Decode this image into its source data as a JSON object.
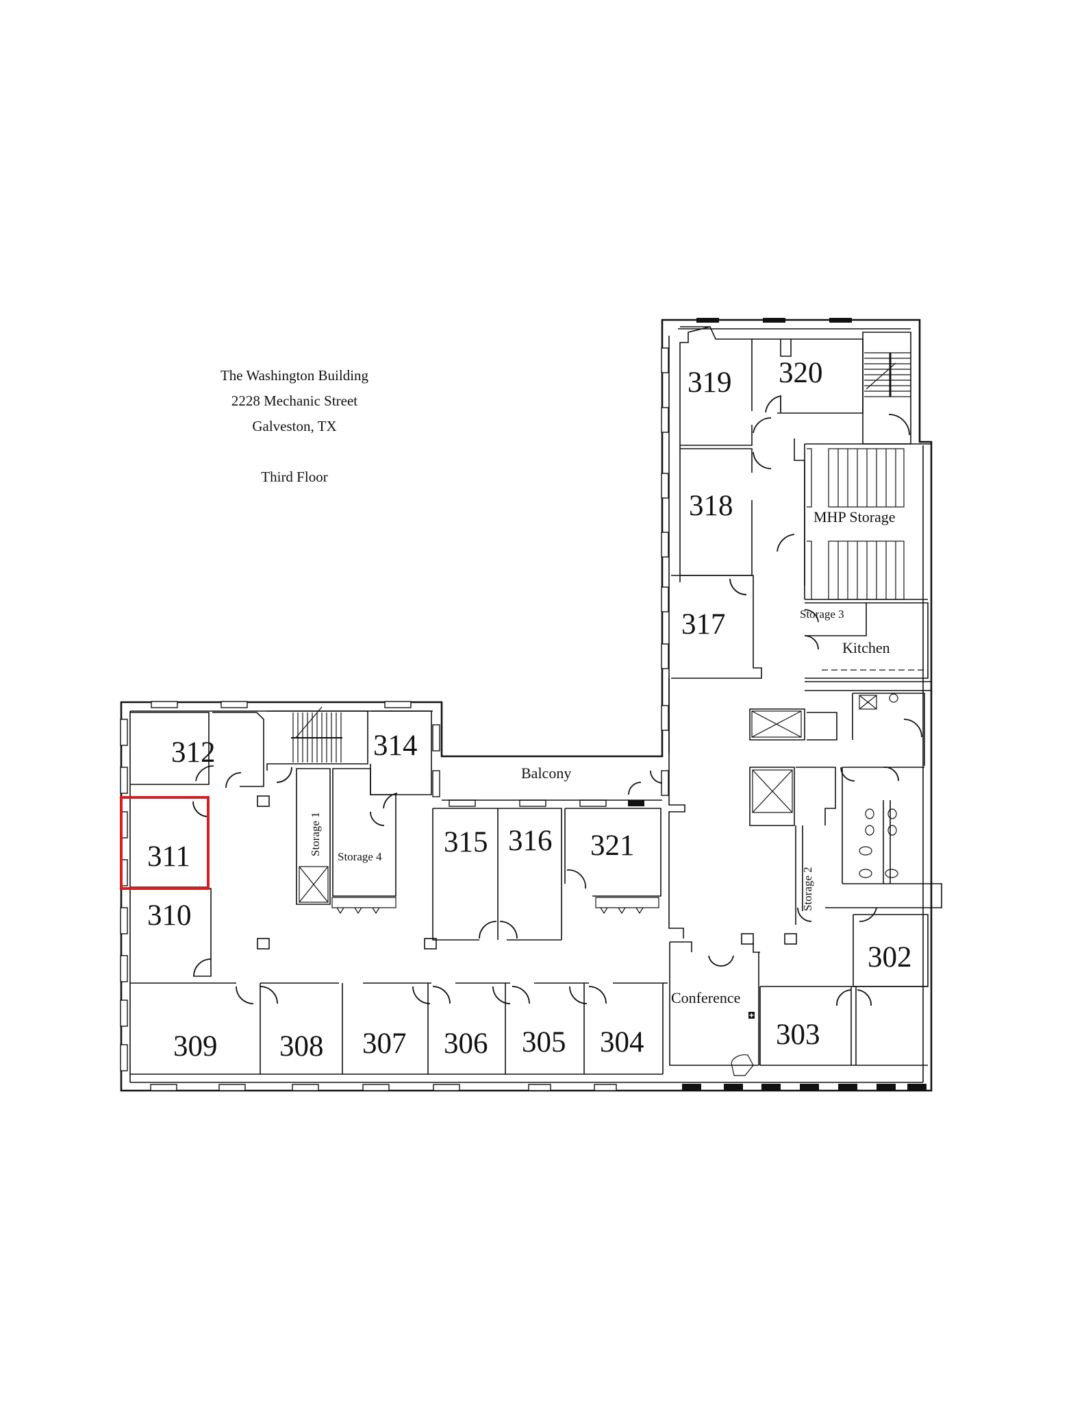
{
  "header": {
    "building_name": "The Washington Building",
    "address": "2228 Mechanic Street",
    "city": "Galveston, TX",
    "floor": "Third Floor"
  },
  "highlight": {
    "room": "311",
    "color": "#d81e1e"
  },
  "rooms": {
    "r302": "302",
    "r303": "303",
    "r304": "304",
    "r305": "305",
    "r306": "306",
    "r307": "307",
    "r308": "308",
    "r309": "309",
    "r310": "310",
    "r311": "311",
    "r312": "312",
    "r314": "314",
    "r315": "315",
    "r316": "316",
    "r317": "317",
    "r318": "318",
    "r319": "319",
    "r320": "320",
    "r321": "321"
  },
  "spaces": {
    "balcony": "Balcony",
    "conference": "Conference",
    "mhp_storage": "MHP Storage",
    "kitchen": "Kitchen",
    "storage1": "Storage 1",
    "storage2": "Storage 2",
    "storage3": "Storage 3",
    "storage4": "Storage 4"
  },
  "icons": {
    "stairs": "stairs-icon",
    "elevator": "elevator-icon",
    "restroom_fixtures": "toilet-icon",
    "first_aid": "first-aid-icon"
  }
}
